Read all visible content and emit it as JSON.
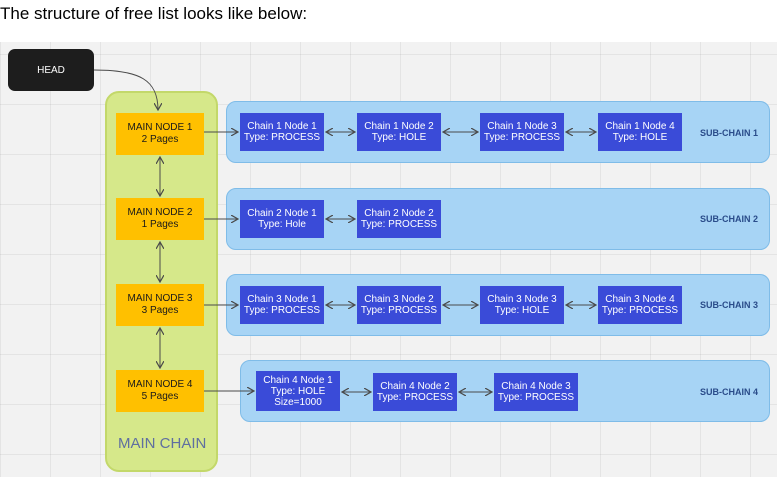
{
  "caption": "The structure of free list looks like below:",
  "head": "HEAD",
  "main_chain_label": "MAIN CHAIN",
  "main_nodes": [
    {
      "line1": "MAIN NODE 1",
      "line2": "2 Pages"
    },
    {
      "line1": "MAIN NODE 2",
      "line2": "1 Pages"
    },
    {
      "line1": "MAIN NODE 3",
      "line2": "3 Pages"
    },
    {
      "line1": "MAIN NODE 4",
      "line2": "5 Pages"
    }
  ],
  "sub_chains": [
    {
      "label": "SUB-CHAIN 1",
      "nodes": [
        {
          "line1": "Chain 1 Node 1",
          "line2": "Type: PROCESS",
          "line3": ""
        },
        {
          "line1": "Chain 1 Node 2",
          "line2": "Type: HOLE",
          "line3": ""
        },
        {
          "line1": "Chain 1 Node 3",
          "line2": "Type: PROCESS",
          "line3": ""
        },
        {
          "line1": "Chain 1 Node 4",
          "line2": "Type: HOLE",
          "line3": ""
        }
      ]
    },
    {
      "label": "SUB-CHAIN 2",
      "nodes": [
        {
          "line1": "Chain 2 Node 1",
          "line2": "Type: Hole",
          "line3": ""
        },
        {
          "line1": "Chain 2 Node 2",
          "line2": "Type: PROCESS",
          "line3": ""
        }
      ]
    },
    {
      "label": "SUB-CHAIN 3",
      "nodes": [
        {
          "line1": "Chain 3 Node 1",
          "line2": "Type: PROCESS",
          "line3": ""
        },
        {
          "line1": "Chain 3 Node 2",
          "line2": "Type: PROCESS",
          "line3": ""
        },
        {
          "line1": "Chain 3 Node 3",
          "line2": "Type: HOLE",
          "line3": ""
        },
        {
          "line1": "Chain 3 Node 4",
          "line2": "Type: PROCESS",
          "line3": ""
        }
      ]
    },
    {
      "label": "SUB-CHAIN 4",
      "nodes": [
        {
          "line1": "Chain 4 Node 1",
          "line2": "Type: HOLE",
          "line3": "Size=1000"
        },
        {
          "line1": "Chain 4 Node 2",
          "line2": "Type: PROCESS",
          "line3": ""
        },
        {
          "line1": "Chain 4 Node 3",
          "line2": "Type: PROCESS",
          "line3": ""
        }
      ]
    }
  ],
  "colors": {
    "head": "#1d1d1d",
    "main_chain": "#d6e88a",
    "main_node": "#ffc000",
    "sub_chain": "#a7d4f5",
    "chain_node": "#3a4bd8",
    "sub_label": "#2a4c8a"
  }
}
